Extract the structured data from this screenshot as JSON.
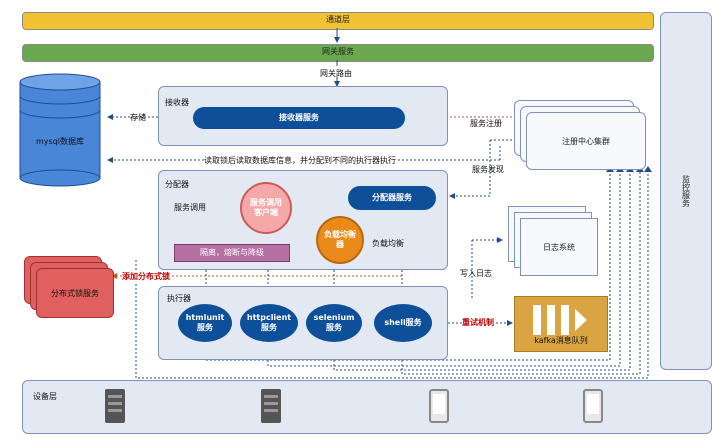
{
  "access_layer": {
    "label": "通道层"
  },
  "gateway_service": {
    "label": "网关服务"
  },
  "gateway_route": {
    "label": "网关路由"
  },
  "monitor": {
    "label": "监控服务"
  },
  "mysql": {
    "label": "mysql数据库"
  },
  "storage_label": "存储",
  "receiver": {
    "title": "接收器",
    "service": "接收器服务"
  },
  "read_lock_text": "读取锁后读取数据库信息，并分配到不同的执行器执行",
  "registry": {
    "label": "注册中心集群",
    "register_text": "服务注册",
    "discover_text": "服务发现"
  },
  "dispatcher": {
    "title": "分配器",
    "client": "服务调用客户端",
    "service": "分配器服务",
    "balancer": "负载均衡器",
    "call_text": "服务调用",
    "balance_text": "负载均衡",
    "isolation": "隔离，熔断与降级"
  },
  "distributed_lock": {
    "label": "分布式锁服务",
    "add_text": "添加分布式锁"
  },
  "log_system": {
    "label": "日志系统",
    "write_text": "写入日志"
  },
  "executor": {
    "title": "执行器",
    "services": [
      "htmlunit\n服务",
      "httpclient\n服务",
      "selenium\n服务",
      "shell服务"
    ]
  },
  "retry_text": "重试机制",
  "kafka": {
    "label": "kafka消息队列"
  },
  "device_layer": {
    "label": "设备层"
  },
  "colors": {
    "access": "#f1c232",
    "gateway": "#6aa84f",
    "dark_blue": "#0e4f9a",
    "panel": "#e3e9f3",
    "red": "#c00000"
  }
}
